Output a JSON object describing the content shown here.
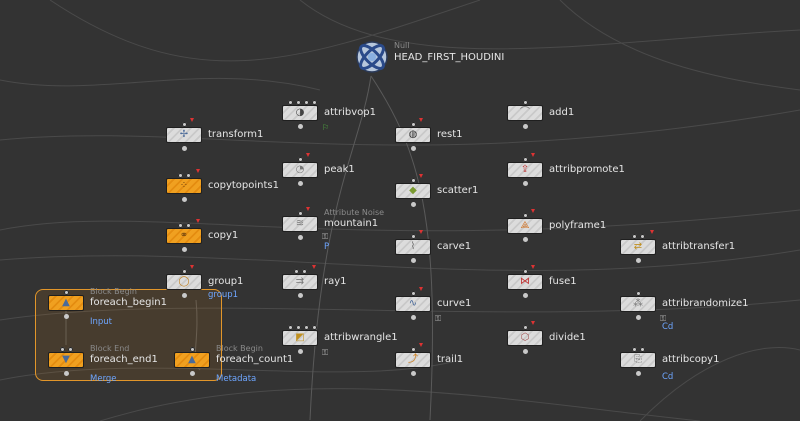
{
  "app": "Houdini network editor",
  "nodes": {
    "head": {
      "sub": "Null",
      "label": "HEAD_FIRST_HOUDINI"
    },
    "attribvop1": {
      "label": "attribvop1"
    },
    "add1": {
      "label": "add1"
    },
    "transform1": {
      "label": "transform1"
    },
    "rest1": {
      "label": "rest1"
    },
    "peak1": {
      "label": "peak1"
    },
    "attribpromote1": {
      "label": "attribpromote1"
    },
    "copytopoints1": {
      "label": "copytopoints1"
    },
    "scatter1": {
      "label": "scatter1"
    },
    "mountain1": {
      "sub": "Attribute Noise",
      "label": "mountain1",
      "tag": "P"
    },
    "polyframe1": {
      "label": "polyframe1"
    },
    "copy1": {
      "label": "copy1"
    },
    "carve1": {
      "label": "carve1"
    },
    "attribtransfer1": {
      "label": "attribtransfer1"
    },
    "group1": {
      "label": "group1",
      "tag": "group1"
    },
    "ray1": {
      "label": "ray1"
    },
    "fuse1": {
      "label": "fuse1"
    },
    "foreach_begin1": {
      "sub": "Block Begin",
      "label": "foreach_begin1",
      "tag": "Input"
    },
    "curve1": {
      "label": "curve1"
    },
    "attribrandomize1": {
      "label": "attribrandomize1",
      "tag": "Cd"
    },
    "attribwrangle1": {
      "label": "attribwrangle1"
    },
    "divide1": {
      "label": "divide1"
    },
    "foreach_end1": {
      "sub": "Block End",
      "label": "foreach_end1",
      "tag": "Merge"
    },
    "foreach_count1": {
      "sub": "Block Begin",
      "label": "foreach_count1",
      "tag": "Metadata"
    },
    "trail1": {
      "label": "trail1"
    },
    "attribcopy1": {
      "label": "attribcopy1",
      "tag": "Cd"
    }
  },
  "colors": {
    "background": "#333333",
    "node_default": "#dcdcdc",
    "node_orange": "#f0a020",
    "tag_blue": "#6ea6ff",
    "network_box": "#e2962a"
  }
}
